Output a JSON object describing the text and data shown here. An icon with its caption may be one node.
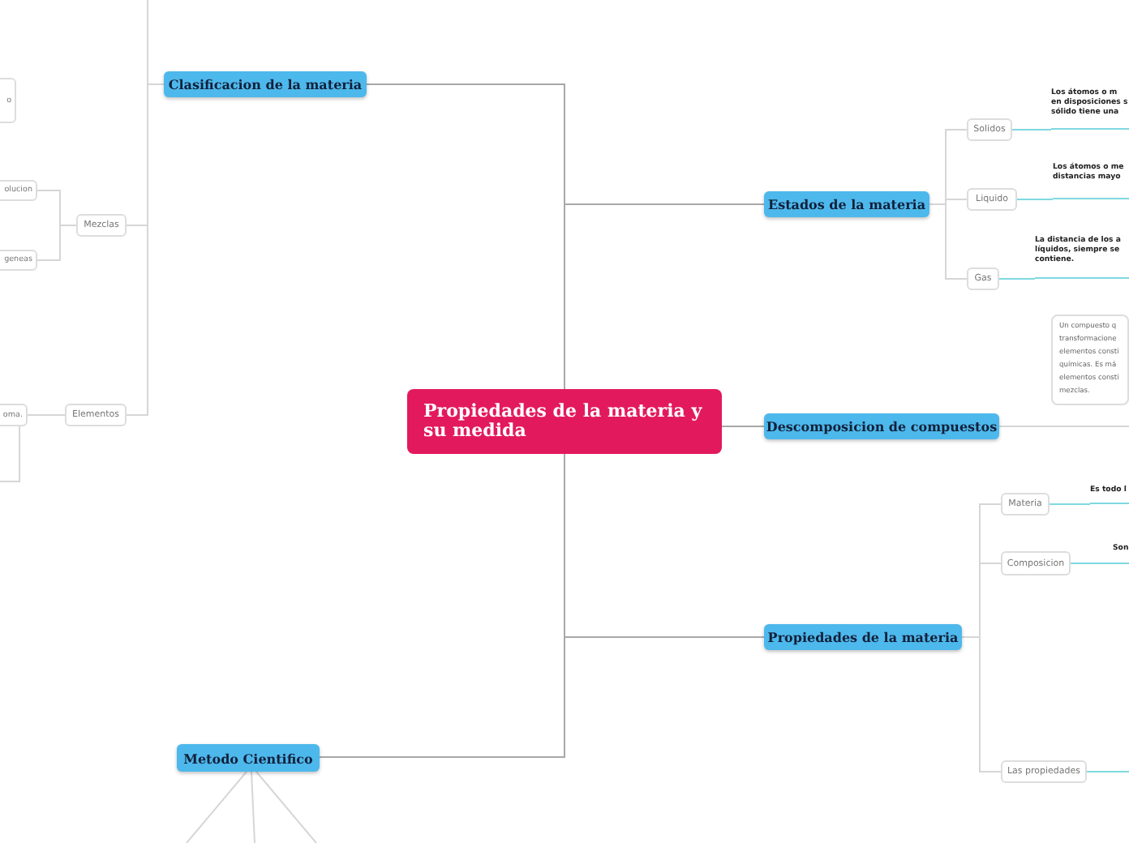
{
  "diagram": {
    "nodes": [
      {
        "text": [
          "Propiedades de la materia y su medida"
        ]
      },
      {
        "text": [
          "Clasificacion de la materia"
        ]
      },
      {
        "text": [
          "Estados de la materia"
        ]
      },
      {
        "text": [
          "Descomposicion de compuestos"
        ]
      },
      {
        "text": [
          "Propiedades de la materia"
        ]
      },
      {
        "text": [
          "Metodo Cientifico"
        ]
      },
      {
        "text": [
          "Mezclas"
        ]
      },
      {
        "text": [
          "Elementos"
        ]
      },
      {
        "text": [
          "olucion"
        ]
      },
      {
        "text": [
          "geneas"
        ]
      },
      {
        "text": [
          "o"
        ]
      },
      {
        "text": [
          "oma."
        ]
      },
      {
        "text": [
          "Solidos"
        ]
      },
      {
        "text": [
          "Liquido"
        ]
      },
      {
        "text": [
          "Gas"
        ]
      },
      {
        "text": [
          "Los átomos o m en disposiciones s sólido tiene una"
        ]
      },
      {
        "text": [
          "Los átomos o me distancias mayo"
        ]
      },
      {
        "text": [
          "La distancia de los a líquidos, siempre se contiene."
        ]
      },
      {
        "text": [
          "Un compuesto q transformacione elementos consti químicas. Es má elementos consti mezclas."
        ]
      },
      {
        "text": [
          "Materia"
        ]
      },
      {
        "text": [
          "Composicion"
        ]
      },
      {
        "text": [
          "Las propiedades"
        ]
      },
      {
        "text": [
          "Es todo l"
        ]
      },
      {
        "text": [
          "Son"
        ]
      }
    ],
    "edges": [
      {
        "from": 0,
        "to": 1,
        "arrow": "none"
      },
      {
        "from": 0,
        "to": 2,
        "arrow": "none"
      },
      {
        "from": 0,
        "to": 3,
        "arrow": "none"
      },
      {
        "from": 0,
        "to": 4,
        "arrow": "none"
      },
      {
        "from": 0,
        "to": 5,
        "arrow": "none"
      },
      {
        "from": 1,
        "to": 6,
        "arrow": "none"
      },
      {
        "from": 1,
        "to": 7,
        "arrow": "none"
      },
      {
        "from": 6,
        "to": 8,
        "arrow": "none"
      },
      {
        "from": 6,
        "to": 9,
        "arrow": "none"
      },
      {
        "from": 7,
        "to": 11,
        "arrow": "none"
      },
      {
        "from": 2,
        "to": 12,
        "arrow": "none"
      },
      {
        "from": 2,
        "to": 13,
        "arrow": "none"
      },
      {
        "from": 2,
        "to": 14,
        "arrow": "none"
      },
      {
        "from": 4,
        "to": 19,
        "arrow": "none"
      },
      {
        "from": 4,
        "to": 20,
        "arrow": "none"
      },
      {
        "from": 4,
        "to": 21,
        "arrow": "none"
      },
      {
        "from": 12,
        "to": 15,
        "arrow": "none",
        "color": "#7fd8e0"
      },
      {
        "from": 13,
        "to": 16,
        "arrow": "none",
        "color": "#7fd8e0"
      },
      {
        "from": 14,
        "to": 17,
        "arrow": "none",
        "color": "#7fd8e0"
      },
      {
        "from": 19,
        "to": 22,
        "arrow": "none",
        "color": "#7fd8e0"
      },
      {
        "from": 20,
        "to": 23,
        "arrow": "none",
        "color": "#7fd8e0"
      },
      {
        "from": 21,
        "to": null,
        "arrow": "none",
        "color": "#7fd8e0"
      },
      {
        "from": 3,
        "to": null,
        "arrow": "none"
      },
      {
        "from": 5,
        "to": null,
        "arrow": "none"
      },
      {
        "from": 5,
        "to": null,
        "arrow": "none"
      },
      {
        "from": 5,
        "to": null,
        "arrow": "none"
      },
      {
        "from": 1,
        "to": null,
        "arrow": "none"
      },
      {
        "from": 11,
        "to": null,
        "arrow": "none"
      }
    ]
  }
}
